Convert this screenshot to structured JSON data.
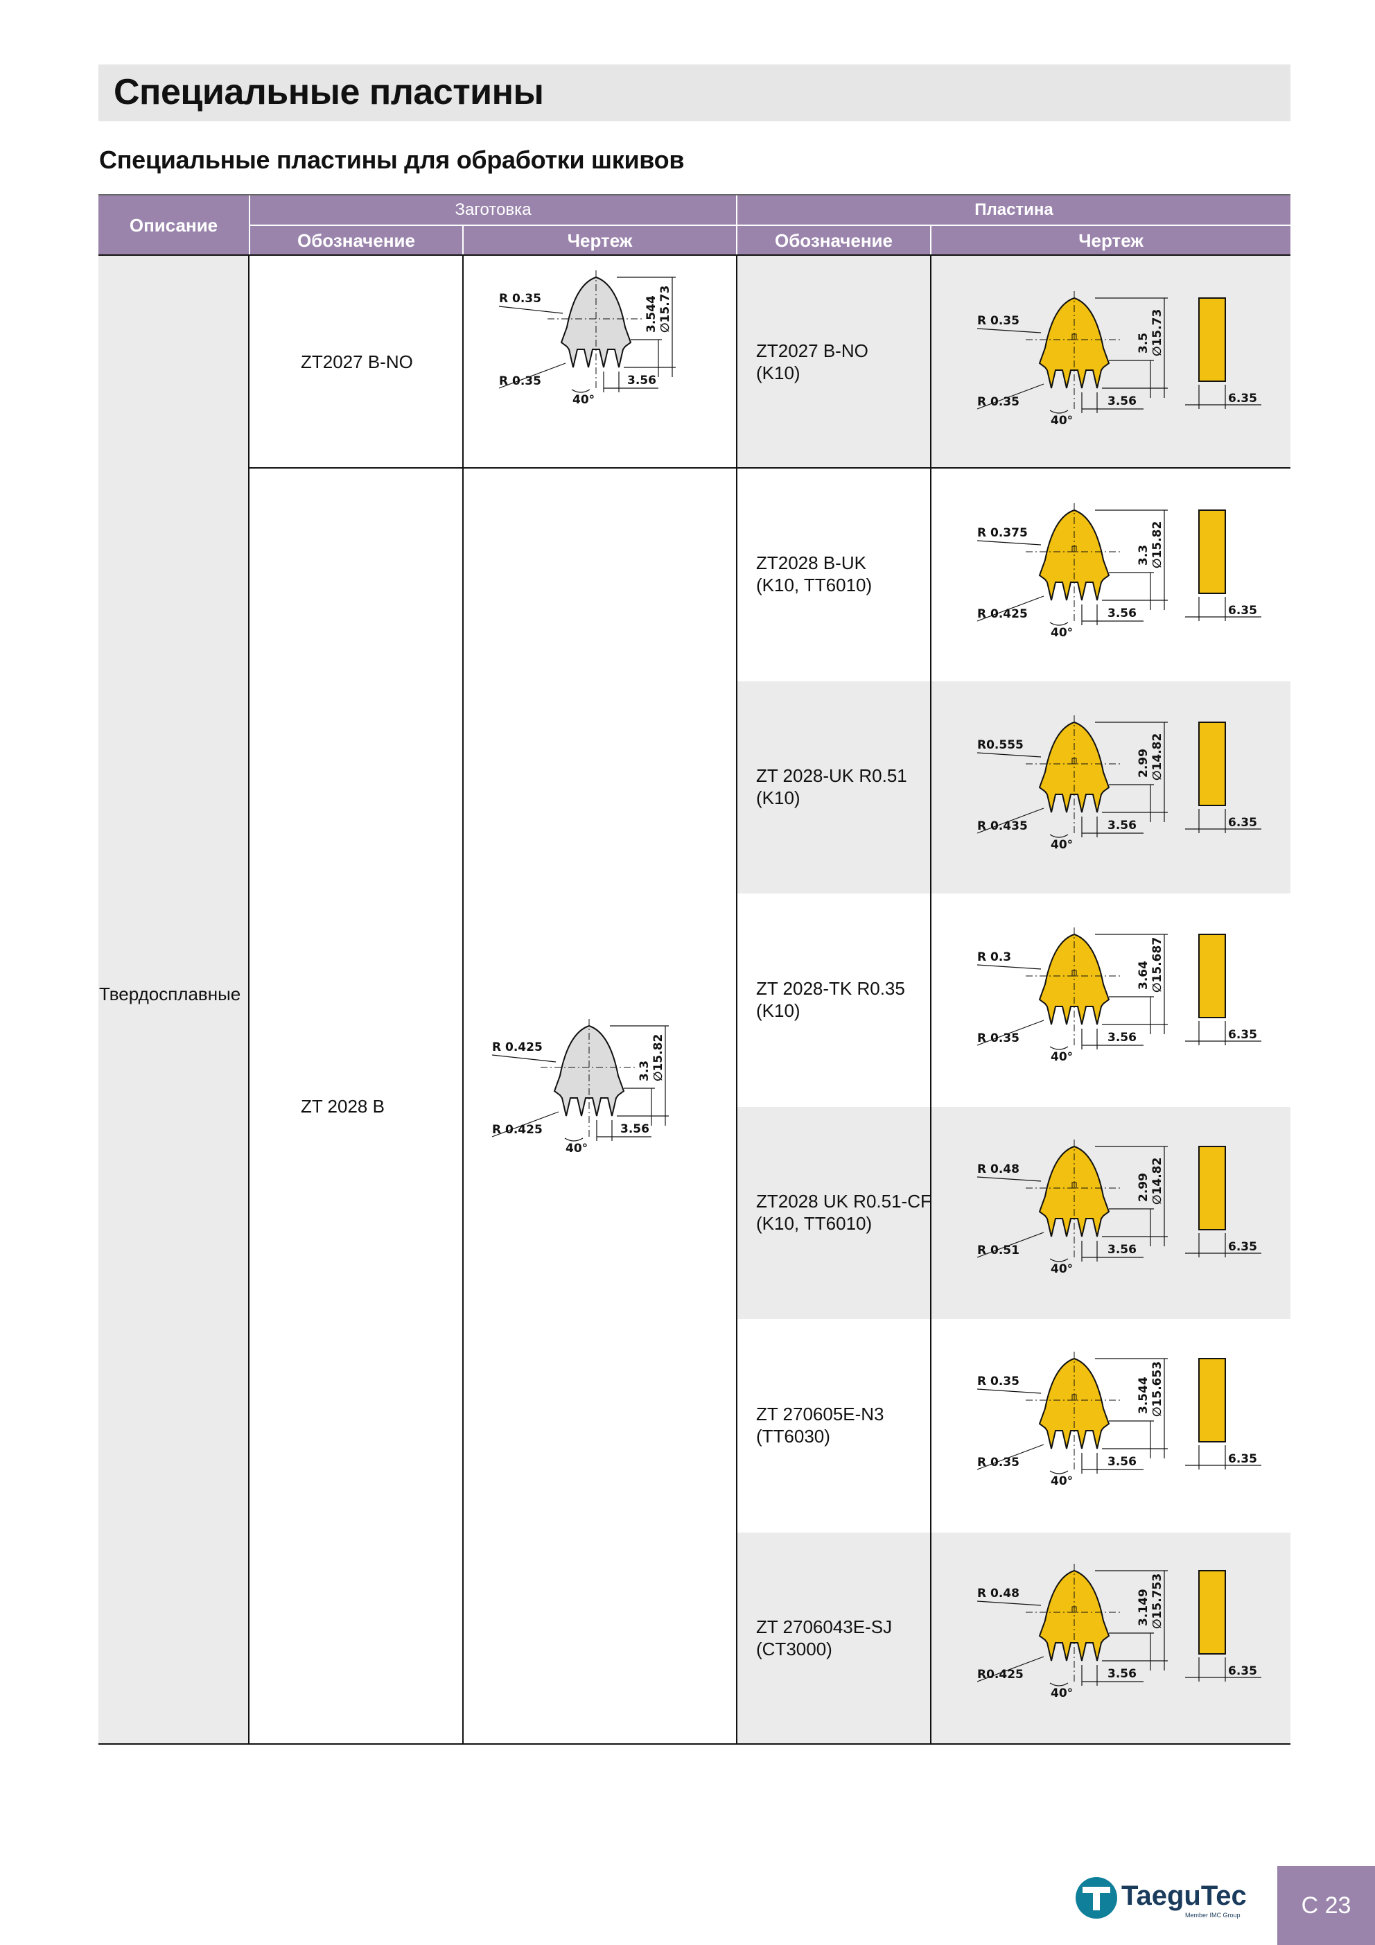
{
  "page_title": "Специальные пластины",
  "section_title": "Специальные пластины для обработки шкивов",
  "table": {
    "headers": {
      "description": "Описание",
      "blank_group": "Заготовка",
      "insert_group": "Пластина",
      "blank_designation": "Обозначение",
      "blank_drawing": "Чертеж",
      "insert_designation": "Обозначение",
      "insert_drawing": "Чертеж"
    },
    "description_value": "Твердосплавные",
    "blanks": [
      {
        "designation": "ZT2027 B-NO",
        "dims": {
          "r_top": "R 0.35",
          "r_bottom": "R 0.35",
          "h": "3.544",
          "d": "∅15.73",
          "pitch": "3.56",
          "angle": "40°"
        }
      },
      {
        "designation": "ZT 2028 B",
        "dims": {
          "r_top": "R 0.425",
          "r_bottom": "R 0.425",
          "h": "3.3",
          "d": "∅15.82",
          "pitch": "3.56",
          "angle": "40°"
        }
      }
    ],
    "inserts": [
      {
        "line1": "ZT2027 B-NO",
        "line2": "(K10)",
        "dims": {
          "r_top": "R 0.35",
          "r_bottom": "R 0.35",
          "h": "3.5",
          "d": "∅15.73",
          "pitch": "3.56",
          "angle": "40°",
          "thick": "6.35"
        }
      },
      {
        "line1": "ZT2028 B-UK",
        "line2": "(K10, TT6010)",
        "dims": {
          "r_top": "R 0.375",
          "r_bottom": "R 0.425",
          "h": "3.3",
          "d": "∅15.82",
          "pitch": "3.56",
          "angle": "40°",
          "thick": "6.35"
        }
      },
      {
        "line1": "ZT 2028-UK R0.51",
        "line2": "(K10)",
        "dims": {
          "r_top": "R0.555",
          "r_bottom": "R 0.435",
          "h": "2.99",
          "d": "∅14.82",
          "pitch": "3.56",
          "angle": "40°",
          "thick": "6.35"
        }
      },
      {
        "line1": "ZT 2028-TK R0.35",
        "line2": "(K10)",
        "dims": {
          "r_top": "R 0.3",
          "r_bottom": "R 0.35",
          "h": "3.64",
          "d": "∅15.687",
          "pitch": "3.56",
          "angle": "40°",
          "thick": "6.35"
        }
      },
      {
        "line1": "ZT2028 UK R0.51-CF",
        "line2": "(K10, TT6010)",
        "dims": {
          "r_top": "R 0.48",
          "r_bottom": "R 0.51",
          "h": "2.99",
          "d": "∅14.82",
          "pitch": "3.56",
          "angle": "40°",
          "thick": "6.35"
        }
      },
      {
        "line1": "ZT 270605E-N3",
        "line2": "(TT6030)",
        "dims": {
          "r_top": "R 0.35",
          "r_bottom": "R 0.35",
          "h": "3.544",
          "d": "∅15.653",
          "pitch": "3.56",
          "angle": "40°",
          "thick": "6.35"
        }
      },
      {
        "line1": "ZT 2706043E-SJ",
        "line2": "(CT3000)",
        "dims": {
          "r_top": "R 0.48",
          "r_bottom": "R0.425",
          "h": "3.149",
          "d": "∅15.753",
          "pitch": "3.56",
          "angle": "40°",
          "thick": "6.35"
        }
      }
    ]
  },
  "footer": {
    "brand": "TaeguTec",
    "brand_sub": "Member IMC Group",
    "page_number": "C 23"
  },
  "colors": {
    "header_purple": "#9a84ac",
    "insert_gold": "#f2c010",
    "blank_gray": "#dcdcdc",
    "logo_teal": "#0f7f9a"
  }
}
